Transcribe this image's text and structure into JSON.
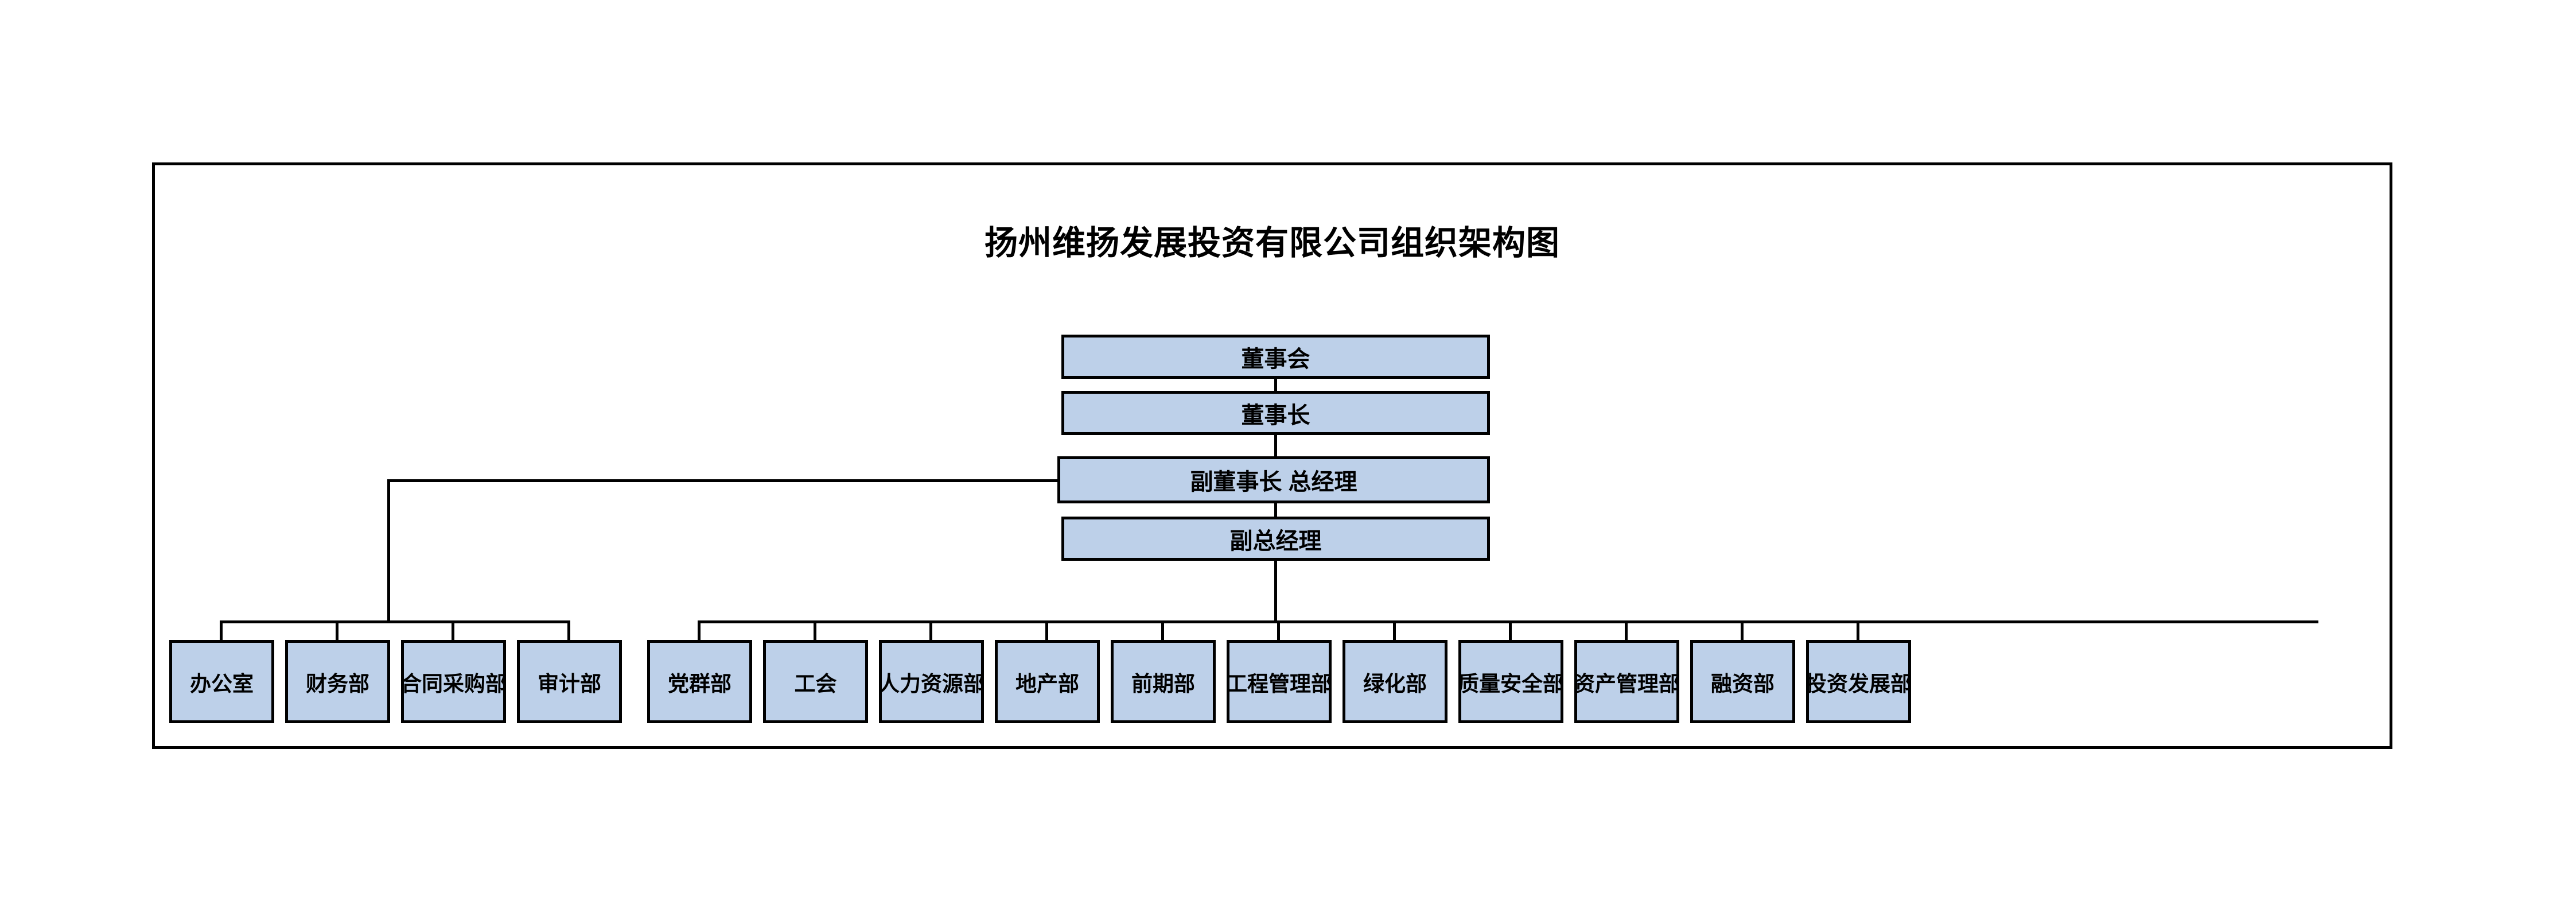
{
  "chart_data": {
    "type": "diagram",
    "diagram_type": "organizational-chart",
    "title": "扬州维扬发展投资有限公司组织架构图",
    "orientation": "top-down",
    "colors": {
      "node_fill": "#bdd0e9",
      "node_border": "#000000",
      "connector": "#000000",
      "background": "#ffffff",
      "text": "#000000"
    },
    "levels": [
      {
        "level": 1,
        "nodes": [
          "董事会"
        ]
      },
      {
        "level": 2,
        "nodes": [
          "董事长"
        ]
      },
      {
        "level": 3,
        "nodes": [
          "副董事长 总经理"
        ]
      },
      {
        "level": 4,
        "nodes": [
          "副总经理"
        ]
      },
      {
        "level": 5,
        "nodes": [
          "办公室",
          "财务部",
          "合同采购部",
          "审计部",
          "党群部",
          "工会",
          "人力资源部",
          "地产部",
          "前期部",
          "工程管理部",
          "绿化部",
          "质量安全部",
          "资产管理部",
          "融资部",
          "投资发展部"
        ]
      }
    ],
    "edges": [
      {
        "from": "董事会",
        "to": "董事长"
      },
      {
        "from": "董事长",
        "to": "副董事长 总经理"
      },
      {
        "from": "副董事长 总经理",
        "to": "副总经理"
      },
      {
        "from": "副董事长 总经理",
        "to": "办公室"
      },
      {
        "from": "副董事长 总经理",
        "to": "财务部"
      },
      {
        "from": "副董事长 总经理",
        "to": "合同采购部"
      },
      {
        "from": "副董事长 总经理",
        "to": "审计部"
      },
      {
        "from": "副总经理",
        "to": "党群部"
      },
      {
        "from": "副总经理",
        "to": "工会"
      },
      {
        "from": "副总经理",
        "to": "人力资源部"
      },
      {
        "from": "副总经理",
        "to": "地产部"
      },
      {
        "from": "副总经理",
        "to": "前期部"
      },
      {
        "from": "副总经理",
        "to": "工程管理部"
      },
      {
        "from": "副总经理",
        "to": "绿化部"
      },
      {
        "from": "副总经理",
        "to": "质量安全部"
      },
      {
        "from": "副总经理",
        "to": "资产管理部"
      },
      {
        "from": "副总经理",
        "to": "融资部"
      },
      {
        "from": "副总经理",
        "to": "投资发展部"
      }
    ]
  },
  "chart": {
    "title": "扬州维扬发展投资有限公司组织架构图",
    "chain": [
      {
        "id": "board",
        "label": "董事会"
      },
      {
        "id": "chairman",
        "label": "董事长"
      },
      {
        "id": "vice-chairman-gm",
        "label": "副董事长 总经理"
      },
      {
        "id": "deputy-gm",
        "label": "副总经理"
      }
    ],
    "departments_group_a": [
      {
        "id": "office",
        "label": "办公室"
      },
      {
        "id": "finance",
        "label": "财务部"
      },
      {
        "id": "contract-procurement",
        "label": "合同采购部"
      },
      {
        "id": "audit",
        "label": "审计部"
      }
    ],
    "departments_group_b": [
      {
        "id": "party-masses",
        "label": "党群部"
      },
      {
        "id": "labor-union",
        "label": "工会"
      },
      {
        "id": "human-resources",
        "label": "人力资源部"
      },
      {
        "id": "real-estate",
        "label": "地产部"
      },
      {
        "id": "preliminary",
        "label": "前期部"
      },
      {
        "id": "engineering-management",
        "label": "工程管理部"
      },
      {
        "id": "greening",
        "label": "绿化部"
      },
      {
        "id": "quality-safety",
        "label": "质量安全部"
      },
      {
        "id": "asset-management",
        "label": "资产管理部"
      },
      {
        "id": "financing",
        "label": "融资部"
      },
      {
        "id": "investment-development",
        "label": "投资发展部"
      }
    ]
  }
}
